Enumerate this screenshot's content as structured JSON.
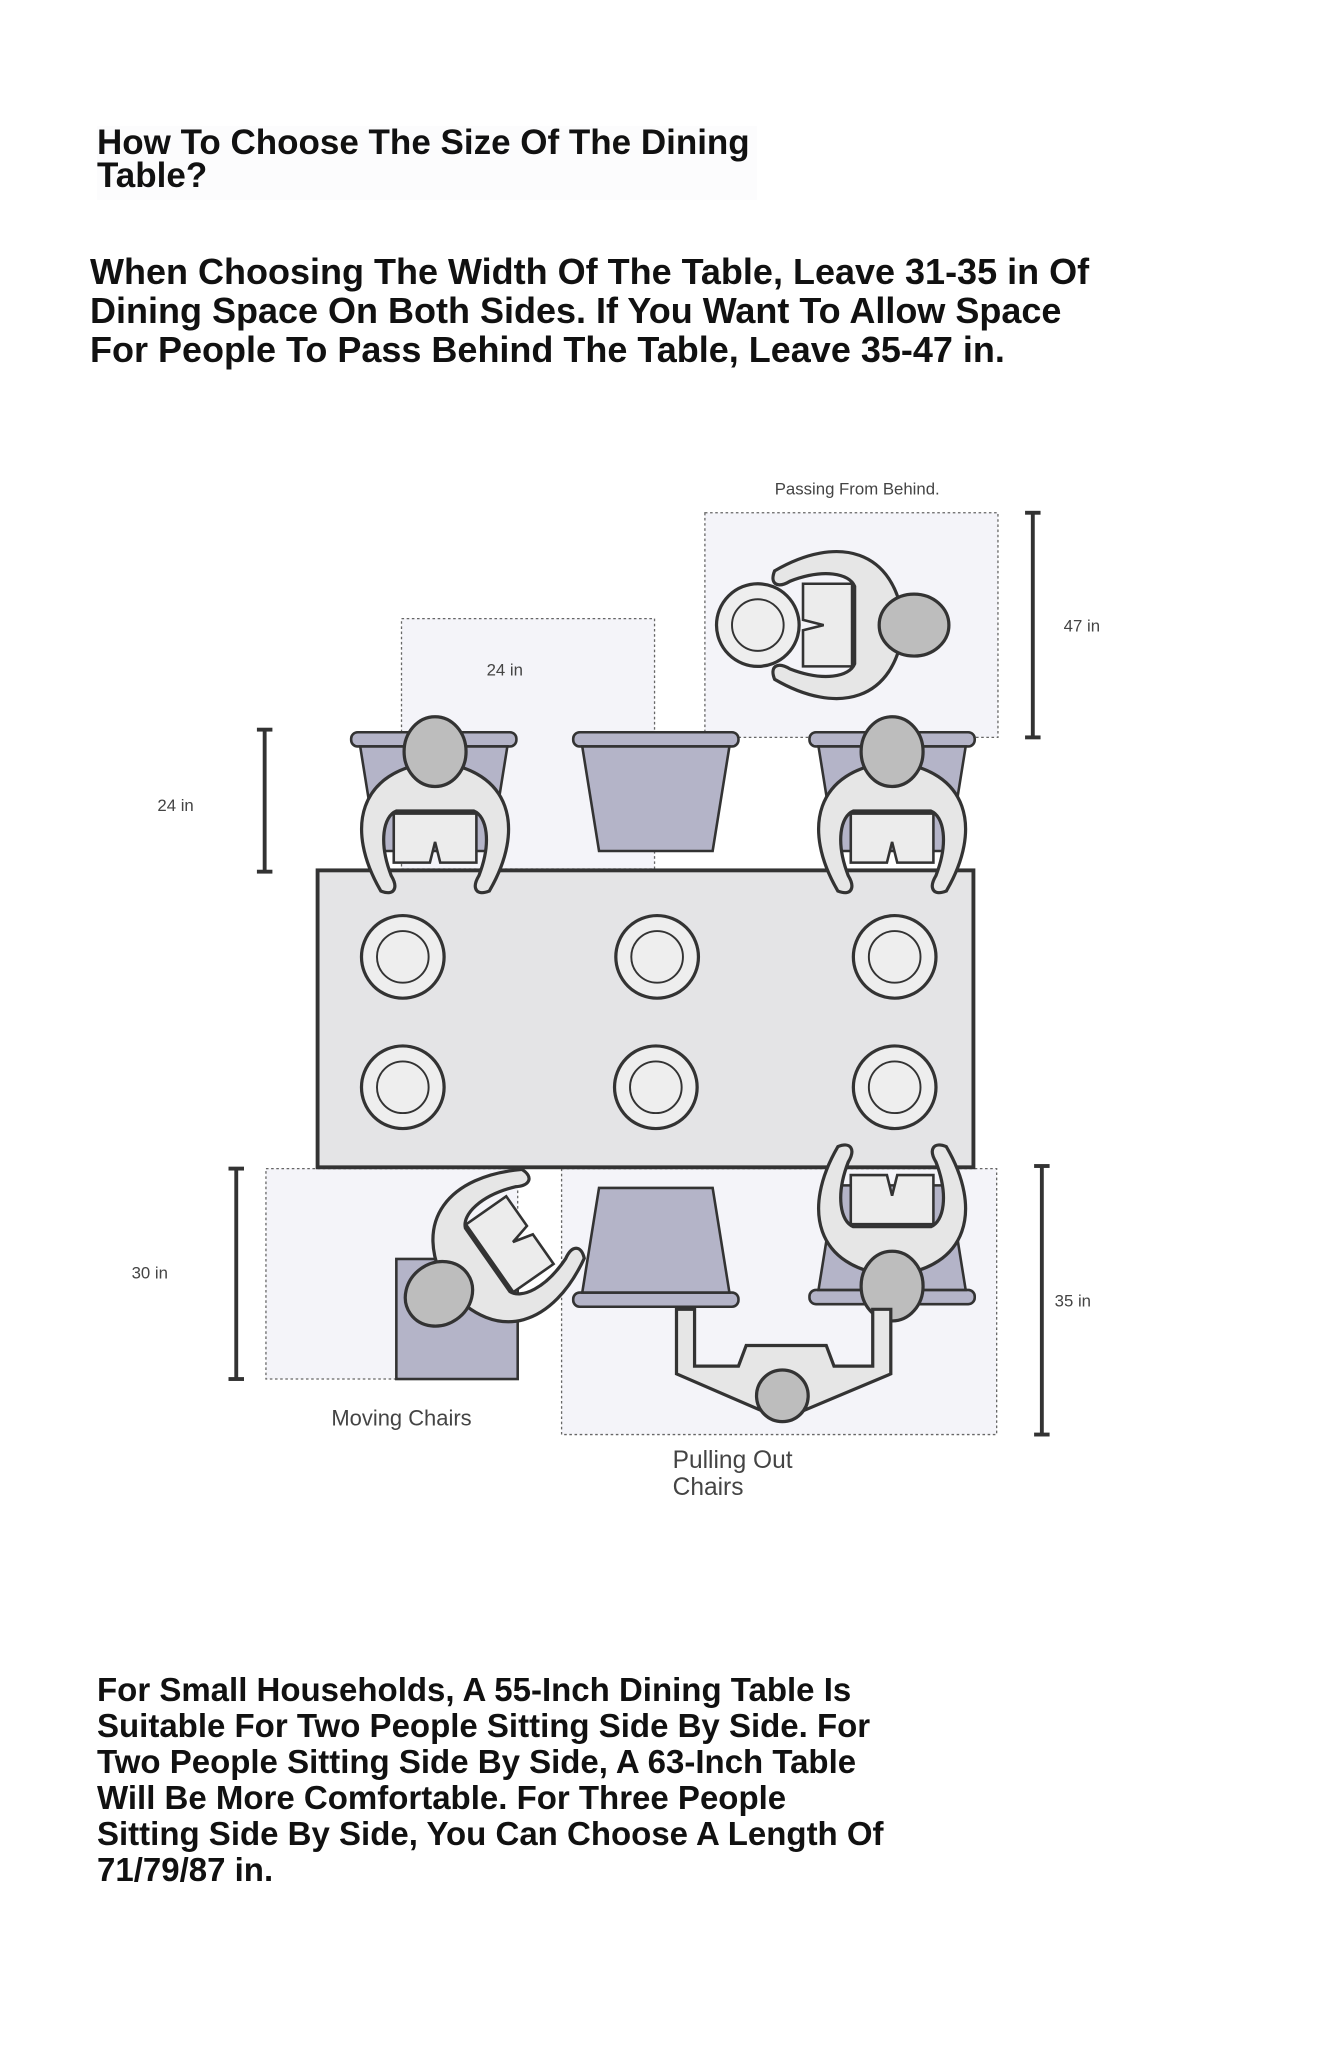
{
  "title": "How To Choose The Size Of The Dining Table?",
  "intro": "When Choosing The Width Of The Table, Leave 31-35 in Of Dining Space On Both Sides. If You Want To Allow Space For People To Pass Behind The Table, Leave 35-47 in.",
  "diagram": {
    "passing_label": "Passing From Behind.",
    "dim_chair_width": "24 in",
    "dim_seat_depth": "24 in",
    "dim_passing": "47 in",
    "dim_moving": "30 in",
    "dim_pulling": "35 in",
    "moving_label": "Moving Chairs",
    "pulling_label_line1": "Pulling Out",
    "pulling_label_line2": "Chairs"
  },
  "outro": "For Small Households, A 55-Inch Dining Table Is Suitable For Two People Sitting Side By Side. For Two People Sitting Side By Side, A 63-Inch Table Will Be More Comfortable. For Three People Sitting Side By Side, You Can Choose A Length Of 71/79/87 in."
}
